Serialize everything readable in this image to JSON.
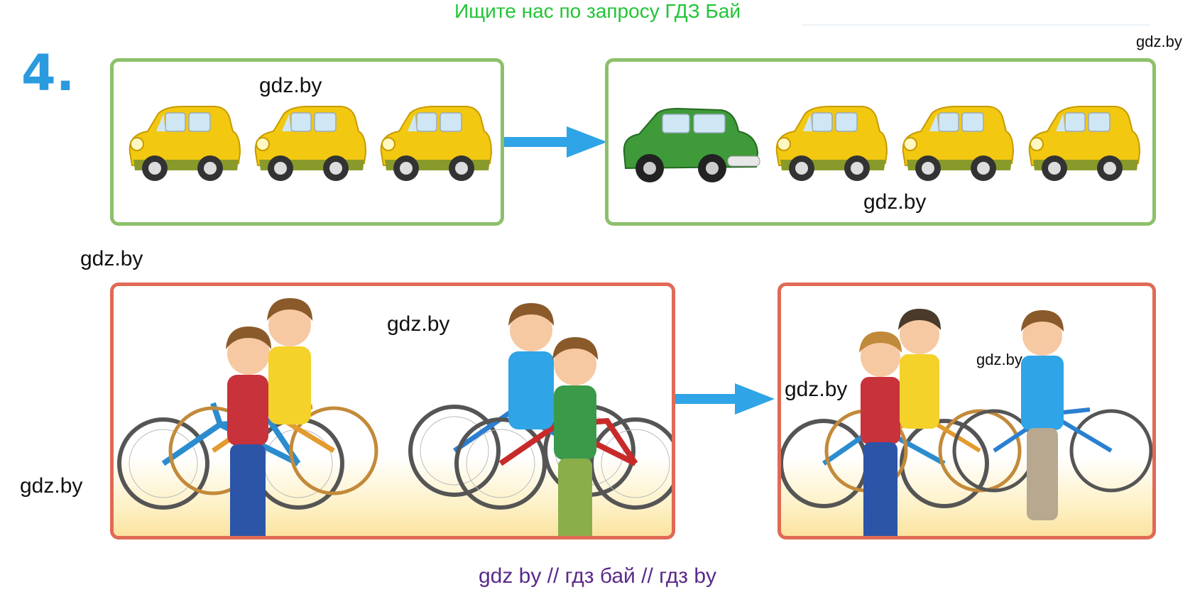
{
  "banner": "Ищите нас по запросу ГДЗ Бай",
  "task_number": "4.",
  "watermarks": [
    "gdz.by",
    "gdz.by",
    "gdz.by",
    "gdz.by",
    "gdz.by",
    "gdz.by",
    "gdz.by",
    "gdz.by"
  ],
  "footer": "gdz by  //  гдз бай  //  гдз by",
  "colors": {
    "yellow_car": "#f2c811",
    "green_car": "#3f9a3a",
    "arrow": "#2fa4e7",
    "green_frame": "#8cc06a",
    "red_frame": "#e06a55"
  }
}
